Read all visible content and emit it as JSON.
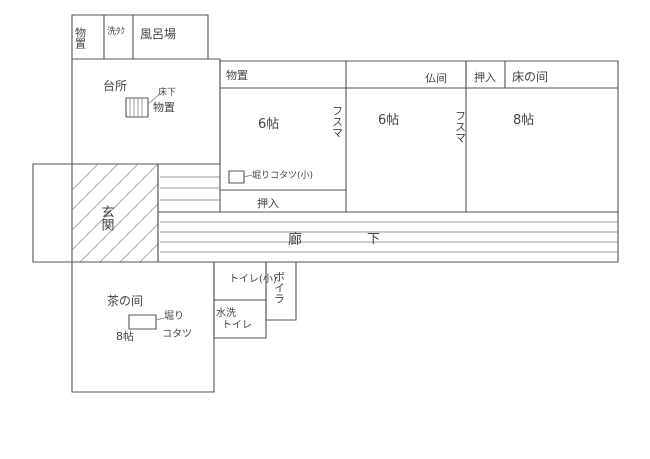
{
  "floor_plan": {
    "top_strip": {
      "storage": "物置",
      "washer": "洗ﾀｸ",
      "bath": "風呂場"
    },
    "kitchen": {
      "name": "台所",
      "underfloor_storage": "床下",
      "underfloor_storage_2": "物置"
    },
    "room_left": {
      "storage": "物置",
      "size": "6帖",
      "kotatsu": "堀りコタツ(小)",
      "closet": "押入"
    },
    "partition_1": "フスマ",
    "room_middle": {
      "size": "6帖"
    },
    "partition_2": "フスマ",
    "room_right": {
      "altar": "仏间",
      "closet": "押入",
      "alcove": "床の间",
      "size": "8帖"
    },
    "entrance": "玄関",
    "corridor": {
      "char_1": "廊",
      "char_2": "下"
    },
    "toilet_small": "トイレ(小)",
    "boiler": "ボイラ",
    "flush_toilet": {
      "line_1": "水洗",
      "line_2": "トイレ"
    },
    "tea_room": {
      "name": "茶の间",
      "size": "8帖",
      "kotatsu_1": "堀り",
      "kotatsu_2": "コタツ"
    }
  }
}
